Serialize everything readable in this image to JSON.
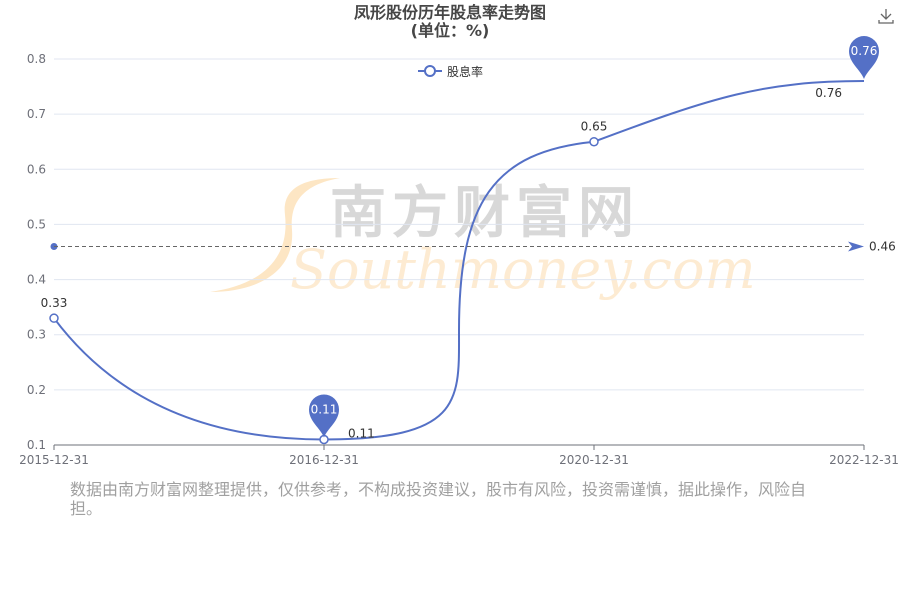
{
  "chart_data": {
    "type": "line",
    "title": "凤形股份历年股息率走势图",
    "subtitle": "(单位：%)",
    "categories": [
      "2015-12-31",
      "2016-12-31",
      "2020-12-31",
      "2022-12-31"
    ],
    "series": [
      {
        "name": "股息率",
        "values": [
          0.33,
          0.11,
          0.65,
          0.76
        ]
      }
    ],
    "ylim": [
      0.1,
      0.8
    ],
    "yticks": [
      "0.1",
      "0.2",
      "0.3",
      "0.4",
      "0.5",
      "0.6",
      "0.7",
      "0.8"
    ],
    "mark_line": {
      "type": "average",
      "value": 0.46,
      "label": "0.46"
    },
    "mark_points": [
      {
        "type": "min",
        "label": "0.11"
      },
      {
        "type": "max",
        "label": "0.76"
      }
    ],
    "data_labels": [
      "0.33",
      "0.11",
      "0.65",
      "0.76"
    ],
    "legend_position": "top-center",
    "grid": true,
    "color": "#5470c6"
  },
  "watermark": {
    "cn": "南方财富网",
    "en": "Southmoney.com"
  },
  "note": "数据由南方财富网整理提供，仅供参考，不构成投资建议，股市有风险，投资需谨慎，据此操作，风险自担。",
  "toolbox": {
    "download_icon": "download-icon"
  }
}
